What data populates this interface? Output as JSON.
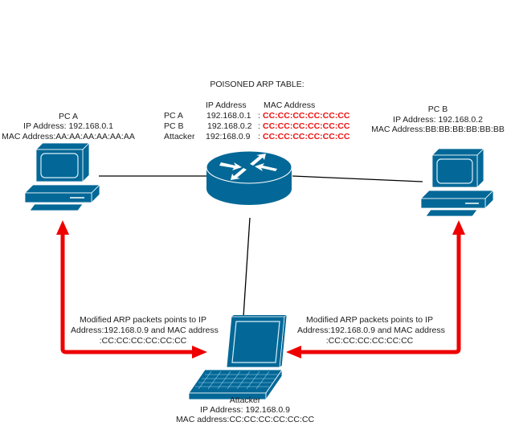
{
  "arp_table": {
    "title": "POISONED ARP TABLE:",
    "headers": [
      "IP Address",
      "MAC Address"
    ],
    "rows": [
      {
        "host": "PC A",
        "ip": "192.168.0.1",
        "sep": ":",
        "mac": "CC:CC:CC:CC:CC:CC"
      },
      {
        "host": "PC B",
        "ip": "192.168.0.2",
        "sep": ":",
        "mac": "CC:CC:CC:CC:CC:CC"
      },
      {
        "host": "Attacker",
        "ip": "192:168.0.9",
        "sep": ":",
        "mac": "CC:CC:CC:CC:CC:CC"
      }
    ],
    "mac_color": "#ee1111"
  },
  "nodes": {
    "pc_a": {
      "name": "PC A",
      "ip": "IP Address: 192.168.0.1",
      "mac": "MAC Address:AA:AA:AA:AA:AA:AA",
      "icon": "desktop-computer-icon"
    },
    "pc_b": {
      "name": "PC B",
      "ip": "IP Address: 192.168.0.2",
      "mac": "MAC Address:BB:BB:BB:BB:BB:BB",
      "icon": "desktop-computer-icon"
    },
    "router": {
      "icon": "router-icon"
    },
    "attacker": {
      "name": "Attacker",
      "ip": "IP Address: 192.168.0.9",
      "mac": "MAC address:CC:CC:CC:CC:CC:CC",
      "icon": "laptop-icon"
    }
  },
  "annotations": {
    "left": [
      "Modified ARP packets points to IP",
      "Address:192.168.0.9 and MAC address",
      ":CC:CC:CC:CC:CC:CC"
    ],
    "right": [
      "Modified ARP packets points to IP",
      "Address:192.168.0.9 and MAC address",
      ":CC:CC:CC:CC:CC:CC"
    ]
  },
  "colors": {
    "device": "#036897",
    "device_light": "#d9eef8",
    "arrow": "#ee0000",
    "link": "#000000"
  }
}
